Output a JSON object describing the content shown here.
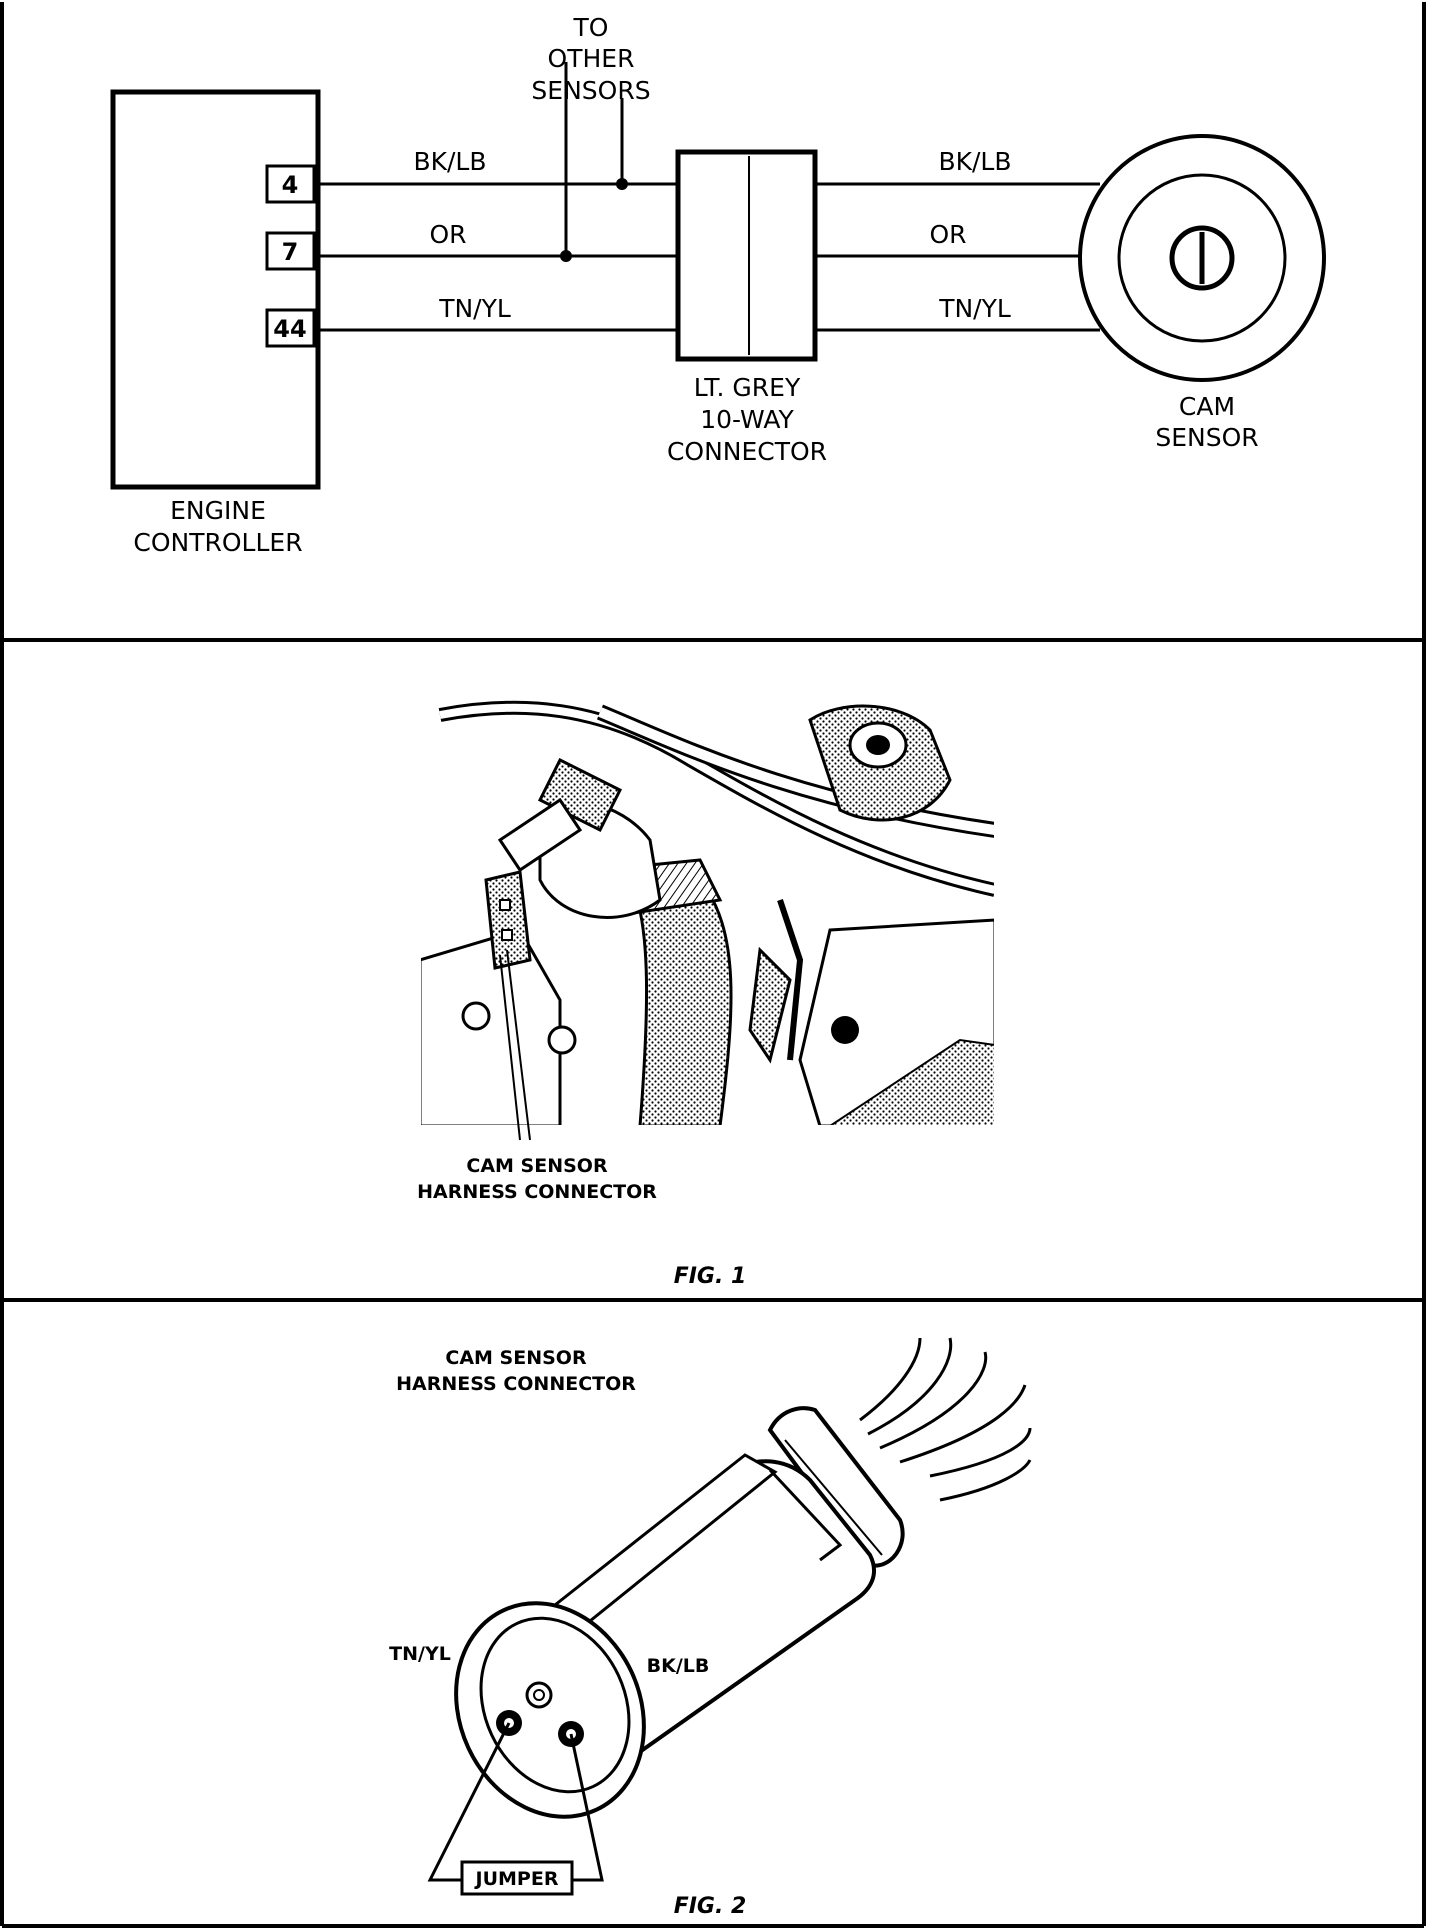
{
  "schematic": {
    "other_sensors": [
      "TO",
      "OTHER",
      "SENSORS"
    ],
    "controller_pins": [
      "4",
      "7",
      "44"
    ],
    "wires_left": [
      "BK/LB",
      "OR",
      "TN/YL"
    ],
    "wires_right": [
      "BK/LB",
      "OR",
      "TN/YL"
    ],
    "connector_label": [
      "LT. GREY",
      "10-WAY",
      "CONNECTOR"
    ],
    "cam_sensor_label": [
      "CAM",
      "SENSOR"
    ],
    "controller_label": [
      "ENGINE",
      "CONTROLLER"
    ]
  },
  "figure1": {
    "callout": [
      "CAM SENSOR",
      "HARNESS CONNECTOR"
    ],
    "caption": "FIG. 1"
  },
  "figure2": {
    "title": [
      "CAM SENSOR",
      "HARNESS CONNECTOR"
    ],
    "left_terminal": "TN/YL",
    "right_terminal": "BK/LB",
    "jumper": "JUMPER",
    "caption": "FIG. 2"
  }
}
